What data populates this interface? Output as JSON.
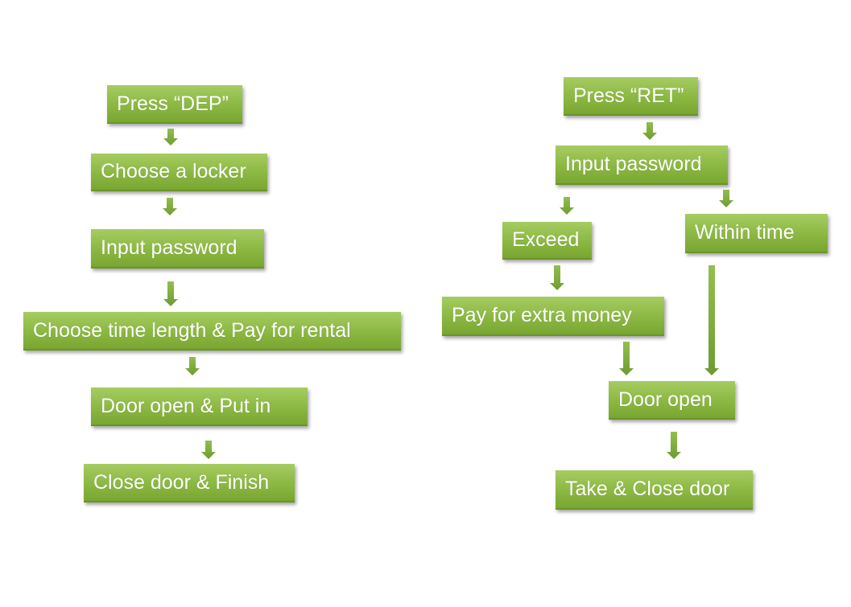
{
  "deposit_flow": {
    "press": "Press “DEP”",
    "choose_locker": "Choose a locker",
    "input_password": "Input password",
    "choose_time_pay": "Choose time length & Pay for rental",
    "door_open_put_in": "Door open &  Put in",
    "close_finish": "Close door & Finish"
  },
  "return_flow": {
    "press": "Press “RET”",
    "input_password": "Input password",
    "exceed": "Exceed",
    "within_time": "Within time",
    "pay_extra": "Pay for extra money",
    "door_open": "Door open",
    "take_close": "Take & Close door"
  },
  "colors": {
    "box_fill": "#8fbb47",
    "arrow_fill": "#77a43a",
    "text": "#ffffff"
  }
}
